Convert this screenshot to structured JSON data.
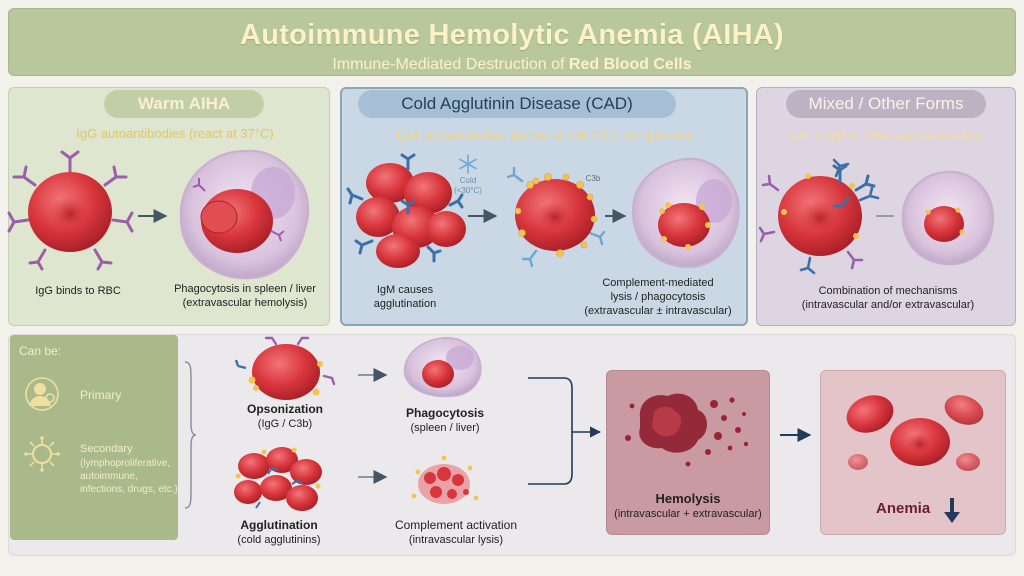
{
  "header": {
    "title": "Autoimmune Hemolytic Anemia (AIHA)",
    "subtitle_prefix": "Immune-Mediated Destruction of ",
    "subtitle_bold": "Red Blood Cells"
  },
  "warm": {
    "title": "Warm AIHA",
    "subtitle": "IgG autoantibodies (react at 37°C)",
    "step1_caption": "IgG binds to RBC",
    "step2_caption_line1": "Phagocytosis in spleen / liver",
    "step2_caption_line2": "(extravascular hemolysis)"
  },
  "cold": {
    "title": "Cold Agglutinin Disease (CAD)",
    "subtitle": "IgM autoantibodies (active at <30°C) + complement",
    "cold_label_line1": "Cold",
    "cold_label_line2": "(<30°C)",
    "c3b_label": "C3b",
    "step1_caption_line1": "IgM causes",
    "step1_caption_line2": "agglutination",
    "step2_caption_line1": "Complement-mediated",
    "step2_caption_line2": "lysis / phagocytosis",
    "step2_caption_line3": "(extravascular ± intravascular)"
  },
  "mixed": {
    "title": "Mixed / Other Forms",
    "subtitle": "IgG + IgM or other autoantibodies",
    "caption_line1": "Combination of mechanisms",
    "caption_line2": "(intravascular and/or extravascular)"
  },
  "can_be": {
    "title": "Can be:",
    "primary": "Primary",
    "secondary": "Secondary",
    "secondary_detail_line1": "(lymphoproliferative,",
    "secondary_detail_line2": "autoimmune,",
    "secondary_detail_line3": "infections, drugs, etc.)"
  },
  "flow": {
    "opsonization": "Opsonization",
    "opsonization_detail": "(IgG / C3b)",
    "phagocytosis": "Phagocytosis",
    "phagocytosis_detail": "(spleen / liver)",
    "agglutination": "Agglutination",
    "agglutination_detail": "(cold agglutinins)",
    "complement": "Complement activation",
    "complement_detail": "(intravascular lysis)",
    "hemolysis": "Hemolysis",
    "hemolysis_detail": "(intravascular + extravascular)",
    "anemia": "Anemia"
  },
  "colors": {
    "header_bg": "#b9c79c",
    "warm_bg": "#dfe6cf",
    "cold_bg": "#c9d8e4",
    "mixed_bg": "#ddd6e2",
    "rbc": "#d8363c",
    "igg": "#9b5fa8",
    "igm": "#3d6fa8",
    "complement": "#f2c452"
  },
  "icons": [
    "rbc-cell",
    "macrophage",
    "igg-antibody",
    "igm-antibody",
    "snowflake-icon",
    "doctor-icon",
    "virus-icon",
    "arrow-right-icon",
    "arrow-down-icon"
  ]
}
